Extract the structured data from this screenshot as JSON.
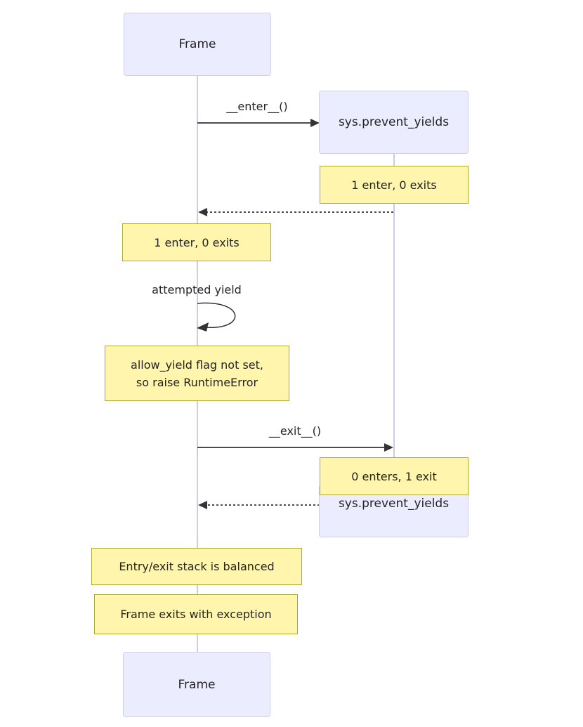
{
  "diagram": {
    "type": "sequence",
    "actors": {
      "frame_top": "Frame",
      "frame_bottom": "Frame",
      "sys_created": "sys.prevent_yields",
      "sys_destroyed": "sys.prevent_yields"
    },
    "messages": {
      "enter": "__enter__()",
      "enter_return": "",
      "self_yield": "attempted yield",
      "exit": "__exit__()",
      "exit_return": ""
    },
    "notes": {
      "enter_over_sys": "1 enter, 0 exits",
      "enter_over_frame": "1 enter, 0 exits",
      "allow_yield_line1": "allow_yield flag not set,",
      "allow_yield_line2": "so raise RuntimeError",
      "exit_over_sys": "0 enters, 1 exit",
      "balanced": "Entry/exit stack is balanced",
      "exception": "Frame exits with exception"
    },
    "colors": {
      "actor_fill": "#ECECFF",
      "actor_border": "#CFCFEA",
      "note_fill": "#FFF5AD",
      "note_border": "#AAAA33",
      "lifeline": "#CBCBE5",
      "arrow": "#333333",
      "text": "#242424",
      "background": "#FFFFFF"
    }
  }
}
